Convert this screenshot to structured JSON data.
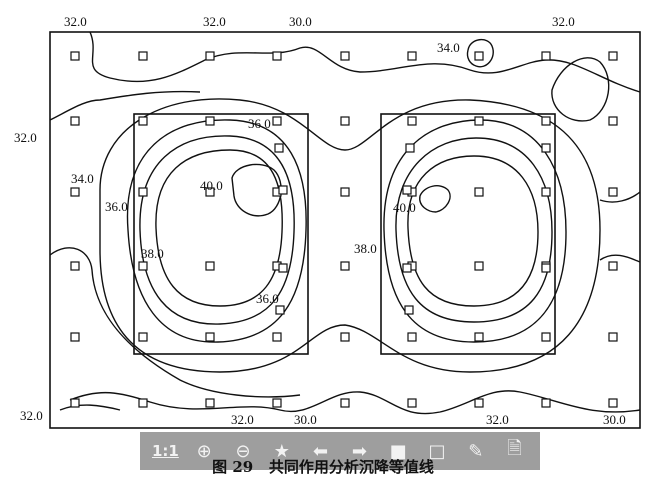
{
  "caption": {
    "figure_no": "图 29",
    "title": "共同作用分析沉降等值线"
  },
  "contour_labels": [
    "32.0",
    "32.0",
    "30.0",
    "32.0",
    "34.0",
    "32.0",
    "36.0",
    "34.0",
    "40.0",
    "36.0",
    "40.0",
    "38.0",
    "38.0",
    "36.0",
    "32.0",
    "32.0",
    "30.0",
    "32.0",
    "30.0"
  ],
  "toolbar": {
    "actual_size_label": "1:1",
    "icons": [
      "zoom-in-icon",
      "zoom-out-icon",
      "star-icon",
      "arrow-left-icon",
      "arrow-right-icon",
      "page-single-icon",
      "page-double-icon",
      "edit-icon",
      "document-icon"
    ]
  }
}
